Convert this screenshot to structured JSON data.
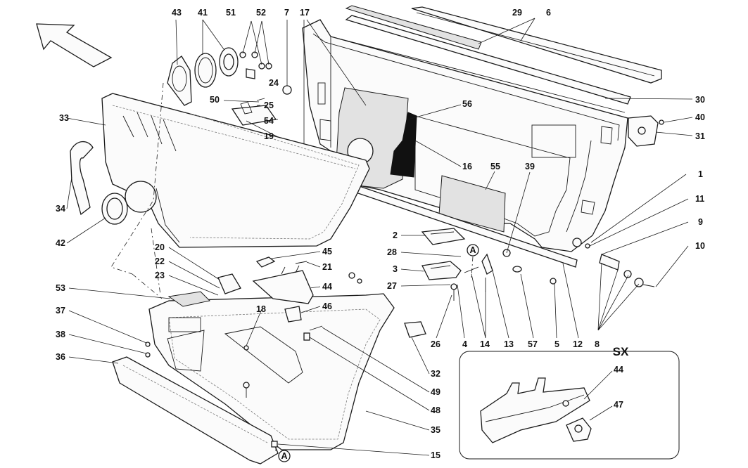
{
  "diagram": {
    "section_label": "SX",
    "callouts": {
      "c1": "1",
      "c2": "2",
      "c3": "3",
      "c4": "4",
      "c5": "5",
      "c6": "6",
      "c7": "7",
      "c8": "8",
      "c9": "9",
      "c10": "10",
      "c11": "11",
      "c12": "12",
      "c13": "13",
      "c14": "14",
      "c15": "15",
      "c16": "16",
      "c17": "17",
      "c18": "18",
      "c19": "19",
      "c20": "20",
      "c21": "21",
      "c22": "22",
      "c23": "23",
      "c24": "24",
      "c25": "25",
      "c26": "26",
      "c27": "27",
      "c28": "28",
      "c29": "29",
      "c30": "30",
      "c31": "31",
      "c32": "32",
      "c33": "33",
      "c34": "34",
      "c35": "35",
      "c36": "36",
      "c37": "37",
      "c38": "38",
      "c39": "39",
      "c40": "40",
      "c41": "41",
      "c42": "42",
      "c43": "43",
      "c44": "44",
      "c45": "45",
      "c46": "46",
      "c47": "47",
      "c48": "48",
      "c49": "49",
      "c50": "50",
      "c51": "51",
      "c52": "52",
      "c53": "53",
      "c54": "54",
      "c55": "55",
      "c56": "56",
      "c57": "57",
      "inset44": "44",
      "inset47": "47"
    },
    "ref_marker": "A"
  }
}
